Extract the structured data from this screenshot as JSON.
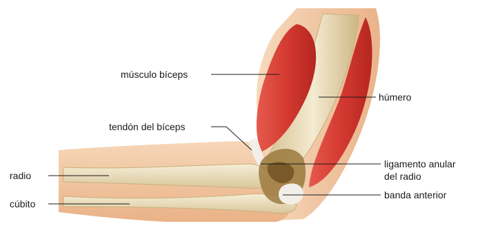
{
  "labels": {
    "biceps_muscle": "músculo bíceps",
    "biceps_tendon": "tendón del bíceps",
    "humerus": "húmero",
    "radius": "radio",
    "ulna": "cúbito",
    "annular_ligament_line1": "ligamento anular",
    "annular_ligament_line2": "del radio",
    "anterior_band": "banda anterior"
  },
  "colors": {
    "skin": "#f3c9a2",
    "skin_dark": "#e8a878",
    "muscle": "#d73a32",
    "muscle_dark": "#b82a25",
    "bone": "#efe3c4",
    "bone_shadow": "#c9b489",
    "joint": "#9a7a3e",
    "ligament": "#f2efe9",
    "leader_line": "#1a1a1a"
  }
}
